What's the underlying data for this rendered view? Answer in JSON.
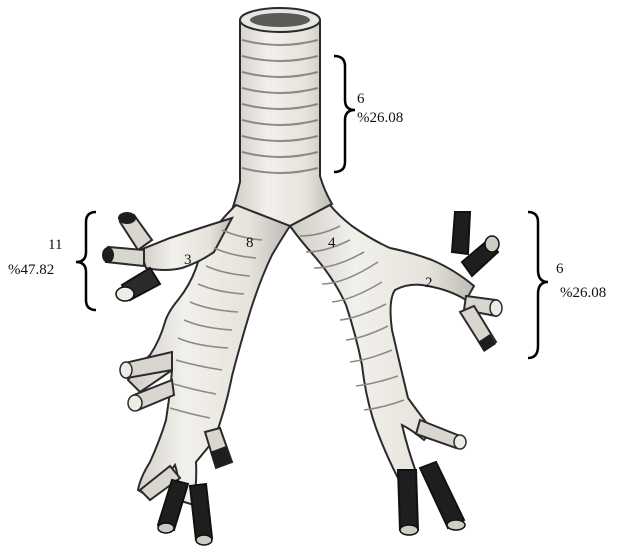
{
  "labels": {
    "trachea": {
      "count": "6",
      "percent": "%26.08"
    },
    "right_group": {
      "count": "11",
      "percent": "%47.82"
    },
    "left_group": {
      "count": "6",
      "percent": "%26.08"
    },
    "segment_right_main": "8",
    "segment_left_main": "4",
    "segment_right_lobar": "3",
    "segment_left_lobar": "2"
  },
  "colors": {
    "tissue": "#ece9e2",
    "tissue_outline": "#2b2b2b",
    "stripe": "#8c8a84",
    "dark_tip": "#1e1e1e",
    "bracket": "#000000"
  }
}
